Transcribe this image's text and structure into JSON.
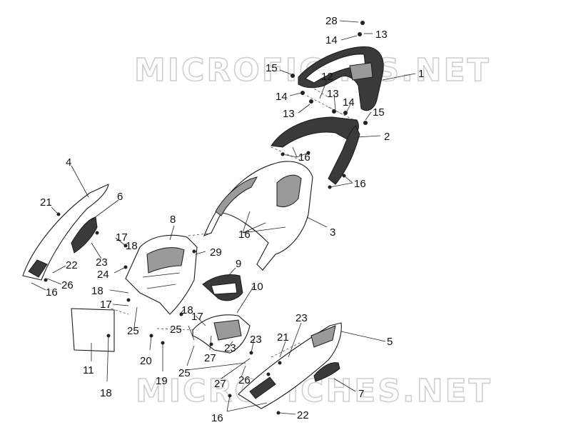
{
  "watermarks": [
    "MICROFICHES.NET",
    "MICROFICHES.NET"
  ],
  "callouts": [
    "28",
    "13",
    "14",
    "15",
    "12",
    "1",
    "14",
    "13",
    "13",
    "14",
    "15",
    "2",
    "16",
    "16",
    "4",
    "21",
    "6",
    "3",
    "16",
    "8",
    "17",
    "18",
    "29",
    "23",
    "9",
    "22",
    "24",
    "26",
    "16",
    "18",
    "10",
    "17",
    "25",
    "18",
    "17",
    "23",
    "11",
    "21",
    "5",
    "25",
    "20",
    "27",
    "23",
    "23",
    "19",
    "25",
    "27",
    "26",
    "18",
    "16",
    "22",
    "7"
  ]
}
